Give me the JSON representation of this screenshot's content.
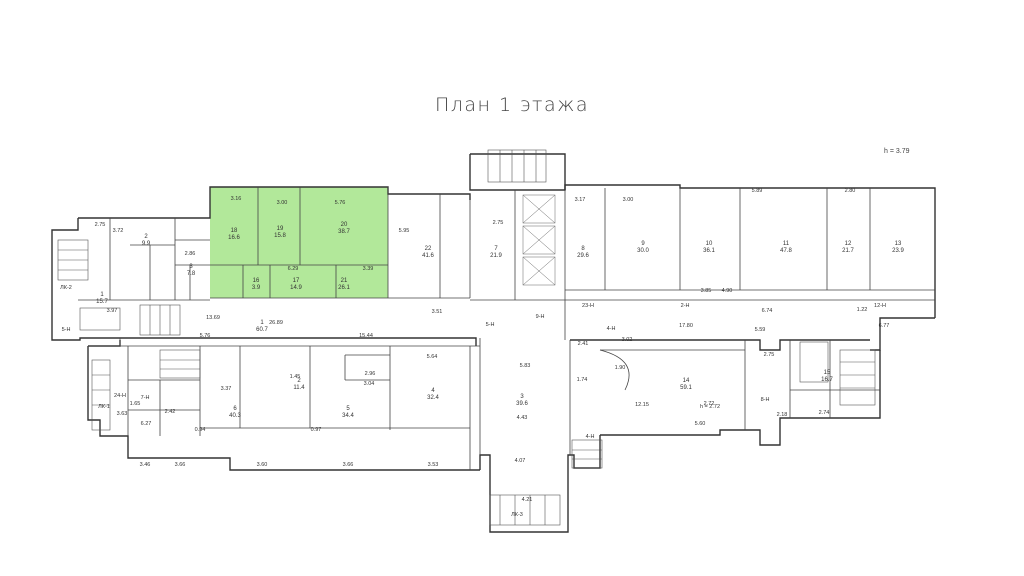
{
  "plan": {
    "title": "План 1 этажа",
    "height_note": "h = 3.79",
    "highlight_color": "#7ed957",
    "rooms": [
      {
        "num": "18",
        "area": "16.6"
      },
      {
        "num": "19",
        "area": "15.8"
      },
      {
        "num": "20",
        "area": "38.7"
      },
      {
        "num": "21",
        "area": "26.1"
      },
      {
        "num": "17",
        "area": "14.9"
      },
      {
        "num": "16",
        "area": "3.9"
      },
      {
        "num": "22",
        "area": "41.6"
      },
      {
        "num": "7",
        "area": "21.9"
      },
      {
        "num": "8",
        "area": "29.6"
      },
      {
        "num": "9",
        "area": "30.0"
      },
      {
        "num": "10",
        "area": "36.1"
      },
      {
        "num": "11",
        "area": "47.8"
      },
      {
        "num": "12",
        "area": "21.7"
      },
      {
        "num": "13",
        "area": "23.9"
      },
      {
        "num": "1",
        "area": "60.7"
      },
      {
        "num": "2",
        "area": "11.4"
      },
      {
        "num": "3",
        "area": "39.6"
      },
      {
        "num": "4",
        "area": "32.4"
      },
      {
        "num": "5",
        "area": "34.4"
      },
      {
        "num": "6",
        "area": "40.3"
      },
      {
        "num": "14",
        "area": "59.1"
      },
      {
        "num": "15",
        "area": "16.7"
      },
      {
        "num": "1",
        "area": "15.7"
      },
      {
        "num": "2",
        "area": "9.9"
      },
      {
        "num": "3",
        "area": "7.8"
      }
    ],
    "dims": [
      "2.75",
      "3.72",
      "2.86",
      "3.16",
      "3.00",
      "5.76",
      "5.95",
      "2.75",
      "3.17",
      "3.00",
      "5.89",
      "2.80",
      "6.29",
      "3.39",
      "3.97",
      "13.69",
      "26.89",
      "15.44",
      "3.51",
      "5.76",
      "5.64",
      "5.83",
      "4.43",
      "4.90",
      "3.85",
      "17.80",
      "6.74",
      "5.59",
      "12.15",
      "5.60",
      "3.66",
      "3.60",
      "3.66",
      "3.53",
      "3.46",
      "4.07",
      "4.21",
      "2.72",
      "2.75",
      "2.74",
      "2.18",
      "6.77",
      "1.22",
      "1.65",
      "3.63",
      "6.27",
      "2.42",
      "0.94",
      "0.97",
      "1.45",
      "2.96",
      "3.04",
      "2.41",
      "3.02",
      "1.90",
      "1.74",
      "3.37"
    ],
    "labels": [
      "ЛК-2",
      "ЛК-1",
      "ЛК-3",
      "5-Н",
      "5-Н",
      "9-Н",
      "23-Н",
      "2-Н",
      "4-Н",
      "4-Н",
      "8-Н",
      "12-Н",
      "24-Н",
      "7-Н",
      "h = 2.72"
    ]
  }
}
